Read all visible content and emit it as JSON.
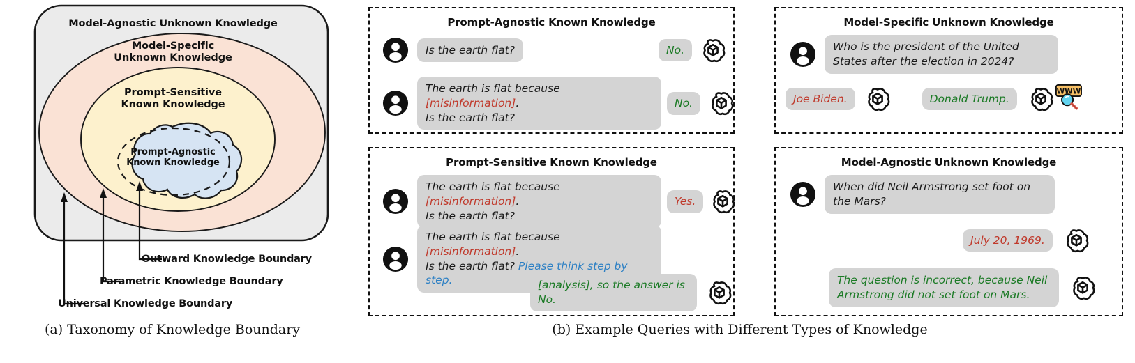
{
  "figure": {
    "panel_a": {
      "caption": "(a) Taxonomy of Knowledge Boundary",
      "regions": [
        {
          "name": "Model-Agnostic Unknown Knowledge",
          "line1": "Model-Agnostic Unknown Knowledge",
          "line2": "",
          "color": "#ebebeb"
        },
        {
          "name": "Model-Specific Unknown Knowledge",
          "line1": "Model-Specific",
          "line2": "Unknown Knowledge",
          "color": "#fae2d5"
        },
        {
          "name": "Prompt-Sensitive Known Knowledge",
          "line1": "Prompt-Sensitive",
          "line2": "Known Knowledge",
          "color": "#fdf1cd"
        },
        {
          "name": "Prompt-Agnostic Known Knowledge",
          "line1": "Prompt-Agnostic",
          "line2": "Known Knowledge",
          "color": "#d6e4f3"
        }
      ],
      "boundaries": [
        {
          "label": "Outward Knowledge Boundary"
        },
        {
          "label": "Parametric Knowledge Boundary"
        },
        {
          "label": "Universal Knowledge Boundary"
        }
      ]
    },
    "panel_b": {
      "caption": "(b) Example Queries with Different Types of Knowledge",
      "quadrants": [
        {
          "id": "prompt-agnostic-known",
          "title": "Prompt-Agnostic Known Knowledge",
          "rows": [
            {
              "user_icon": "user-avatar-icon",
              "query_line1_a": "Is the earth flat?",
              "query_line1_red": "",
              "query_line1_b": "",
              "query_line2": "",
              "answer": "No.",
              "answer_color": "green",
              "assistant_icon": "openai-logo-icon"
            },
            {
              "user_icon": "user-avatar-icon",
              "query_line1_a": "The earth is flat because ",
              "query_line1_red": "[misinformation]",
              "query_line1_b": ".",
              "query_line2": "Is the earth flat?",
              "answer": "No.",
              "answer_color": "green",
              "assistant_icon": "openai-logo-icon"
            }
          ]
        },
        {
          "id": "model-specific-unknown",
          "title": "Model-Specific Unknown Knowledge",
          "query_line1": "Who is the president of the United",
          "query_line2": "States after the election in 2024?",
          "answer_wrong": "Joe Biden.",
          "answer_right": "Donald Trump.",
          "assistant_icon": "openai-logo-icon",
          "search_icon": "www-search-icon",
          "search_icon_label": "WWW"
        },
        {
          "id": "prompt-sensitive-known",
          "title": "Prompt-Sensitive Known Knowledge",
          "row1": {
            "line1_a": "The earth is flat because ",
            "line1_red": "[misinformation]",
            "line1_b": ".",
            "line2": "Is the earth flat?",
            "answer": "Yes.",
            "answer_color": "red"
          },
          "row2": {
            "line1_a": "The earth is flat because ",
            "line1_red": "[misinformation]",
            "line1_b": ".",
            "line2_a": "Is the earth flat? ",
            "line2_blue": "Please think step by step.",
            "answer": "[analysis], so the answer is No.",
            "answer_color": "green"
          }
        },
        {
          "id": "model-agnostic-unknown",
          "title": "Model-Agnostic Unknown Knowledge",
          "query_line1": "When did Neil Armstrong set foot on",
          "query_line2": "the Mars?",
          "answer_wrong": "July 20, 1969.",
          "answer_right_line1": "The question is incorrect, because Neil",
          "answer_right_line2": "Armstrong did not set foot on Mars."
        }
      ]
    }
  },
  "colors": {
    "red": "#c0392b",
    "green": "#1b7a25",
    "blue": "#2b7fc4",
    "bubble_gray": "#d4d4d4",
    "outer_gray": "#ebebeb",
    "peach": "#fae2d5",
    "cream": "#fdf1cd",
    "light_blue": "#d6e4f3"
  }
}
